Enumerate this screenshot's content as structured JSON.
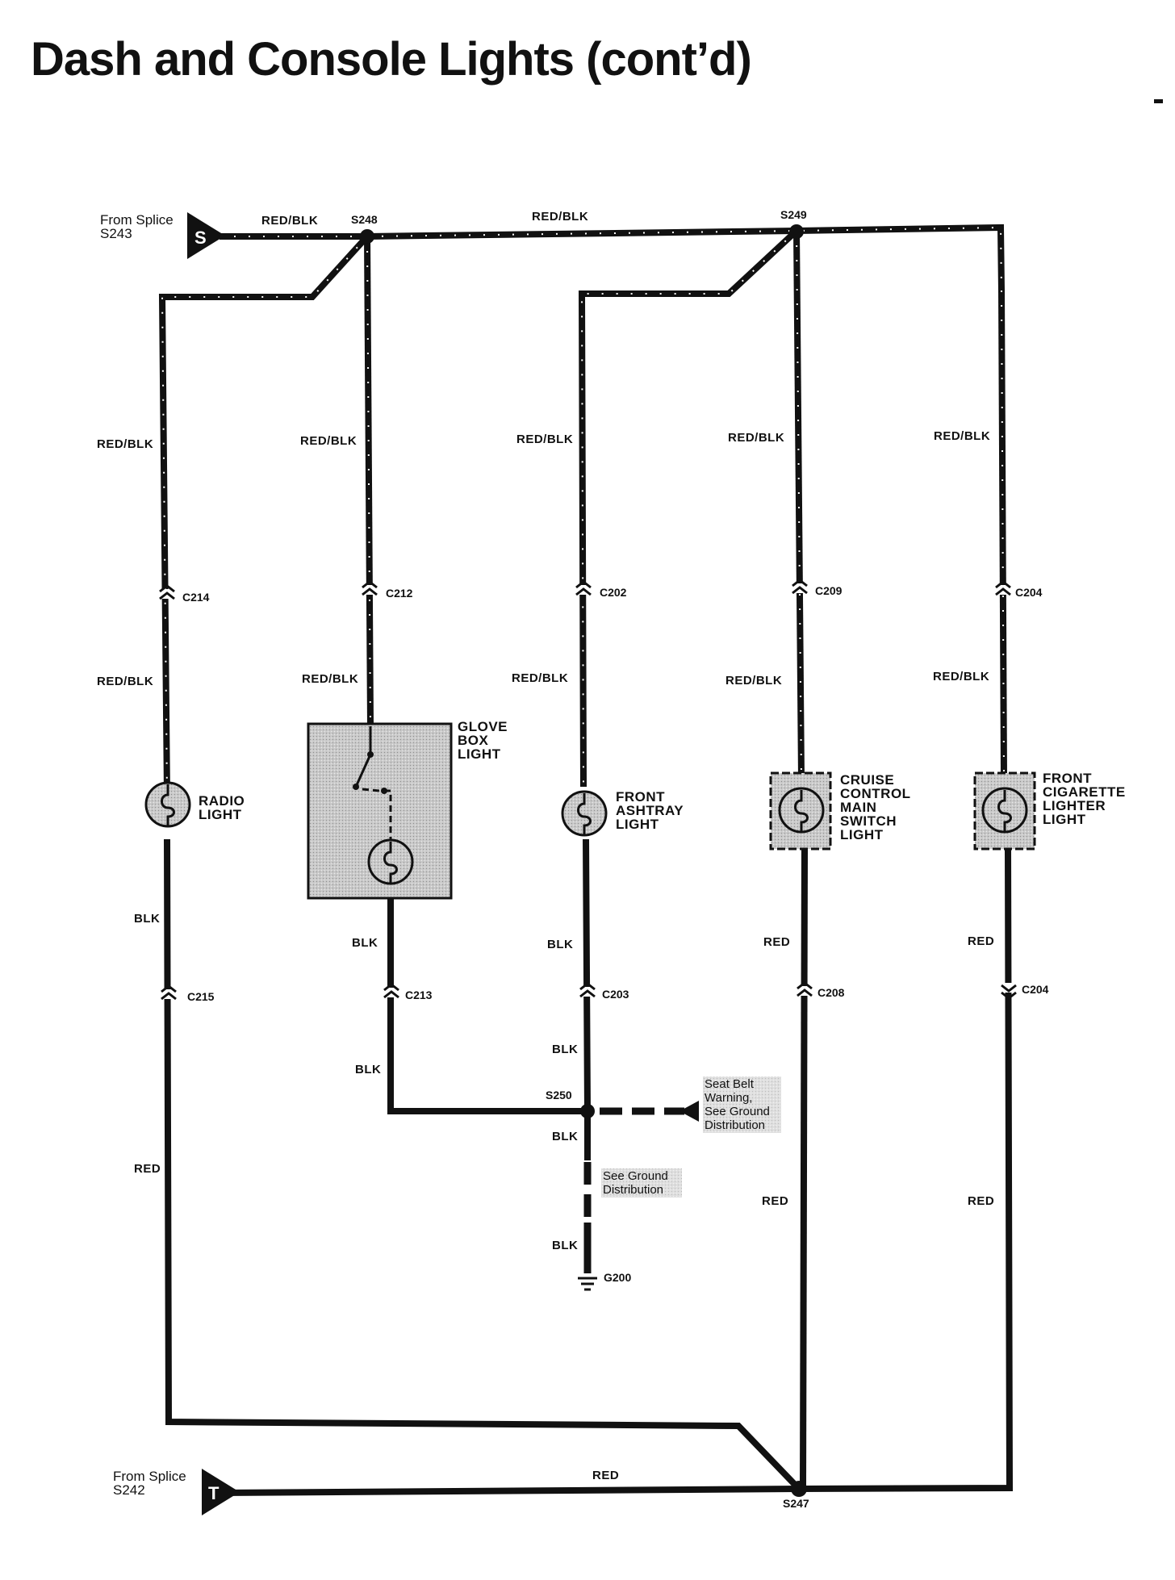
{
  "title": "Dash and Console Lights (cont’d)",
  "sources": {
    "top": {
      "line1": "From Splice",
      "line2": "S243",
      "letter": "S"
    },
    "bottom": {
      "line1": "From Splice",
      "line2": "S242",
      "letter": "T"
    }
  },
  "splices": {
    "s248": "S248",
    "s249": "S249",
    "s250": "S250",
    "s247": "S247"
  },
  "wires": {
    "top_1": "RED/BLK",
    "top_2": "RED/BLK",
    "radio_up": "RED/BLK",
    "radio_mid": "RED/BLK",
    "radio_gnd": "BLK",
    "radio_low": "RED",
    "glove_up": "RED/BLK",
    "glove_mid": "RED/BLK",
    "glove_gnd": "BLK",
    "glove_low": "BLK",
    "ash_up": "RED/BLK",
    "ash_mid": "RED/BLK",
    "ash_gnd": "BLK",
    "ash_low": "BLK",
    "ash_s250": "BLK",
    "ash_g200": "BLK",
    "cruise_up": "RED/BLK",
    "cruise_mid": "RED/BLK",
    "cruise_low": "RED",
    "cruise_bot": "RED",
    "cig_up": "RED/BLK",
    "cig_mid": "RED/BLK",
    "cig_low": "RED",
    "cig_bot": "RED",
    "bottom": "RED"
  },
  "connectors": {
    "radio_top": "C214",
    "radio_bot": "C215",
    "glove_top": "C212",
    "glove_bot": "C213",
    "ash_top": "C202",
    "ash_bot": "C203",
    "cruise_top": "C209",
    "cruise_bot": "C208",
    "cig_top": "C204",
    "cig_bot": "C204"
  },
  "components": {
    "radio": {
      "l1": "RADIO",
      "l2": "LIGHT"
    },
    "glove": {
      "l1": "GLOVE",
      "l2": "BOX",
      "l3": "LIGHT"
    },
    "ashtray": {
      "l1": "FRONT",
      "l2": "ASHTRAY",
      "l3": "LIGHT"
    },
    "cruise": {
      "l1": "CRUISE",
      "l2": "CONTROL",
      "l3": "MAIN",
      "l4": "SWITCH",
      "l5": "LIGHT"
    },
    "cigarette": {
      "l1": "FRONT",
      "l2": "CIGARETTE",
      "l3": "LIGHTER",
      "l4": "LIGHT"
    }
  },
  "notes": {
    "seatbelt": {
      "l1": "Seat Belt",
      "l2": "Warning,",
      "l3": "See Ground",
      "l4": "Distribution"
    },
    "ground": {
      "l1": "See Ground",
      "l2": "Distribution"
    }
  },
  "ground": "G200"
}
